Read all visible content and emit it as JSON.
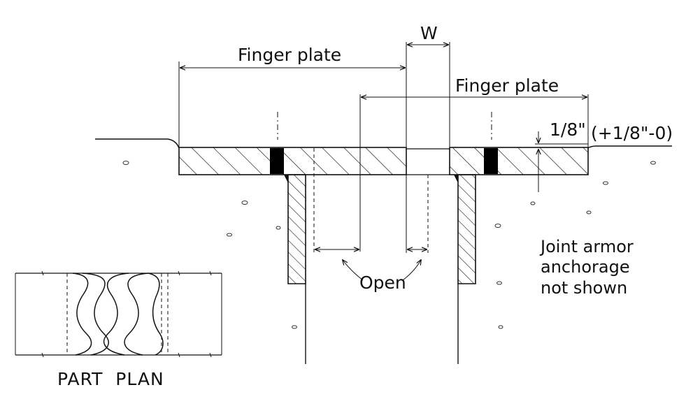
{
  "labels": {
    "finger_plate_left": "Finger plate",
    "finger_plate_right": "Finger plate",
    "w": "W",
    "gap_main": "1/8\"",
    "gap_tolerance": "(+1/8\"-0)",
    "open": "Open",
    "joint_note": "Joint armor\nanchorage\nnot shown",
    "part_plan": "PART  PLAN"
  },
  "colors": {
    "ink": "#111111",
    "background": "#ffffff",
    "seal": "#000000"
  }
}
